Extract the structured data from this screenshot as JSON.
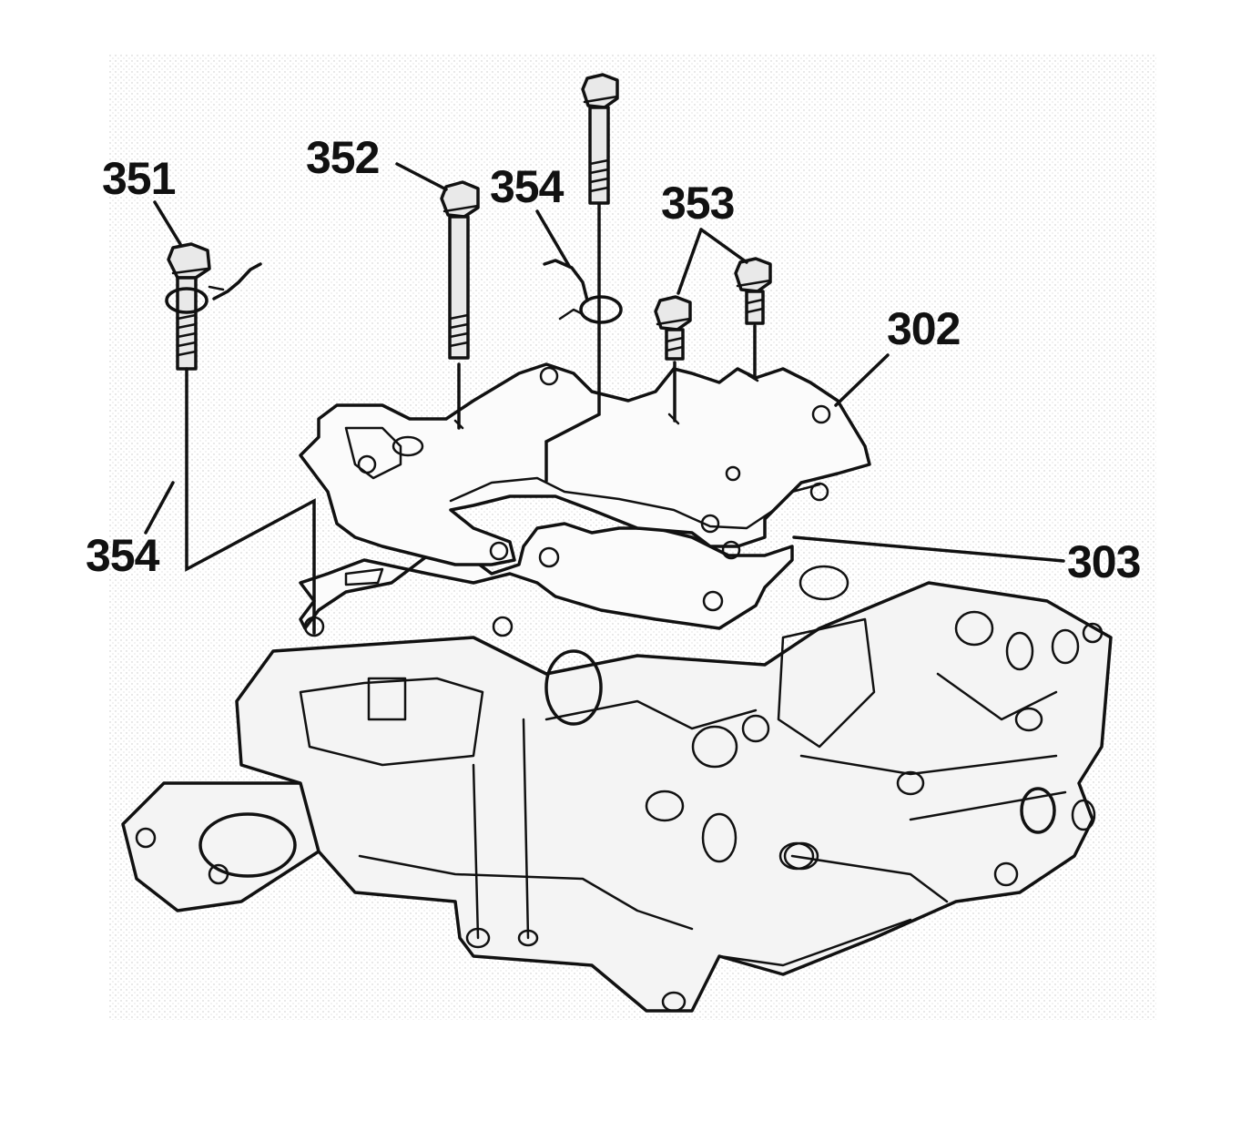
{
  "diagram": {
    "callouts": {
      "c351": "351",
      "c352": "352",
      "c353": "353",
      "c354_top": "354",
      "c354_left": "354",
      "c302": "302",
      "c303": "303"
    }
  }
}
